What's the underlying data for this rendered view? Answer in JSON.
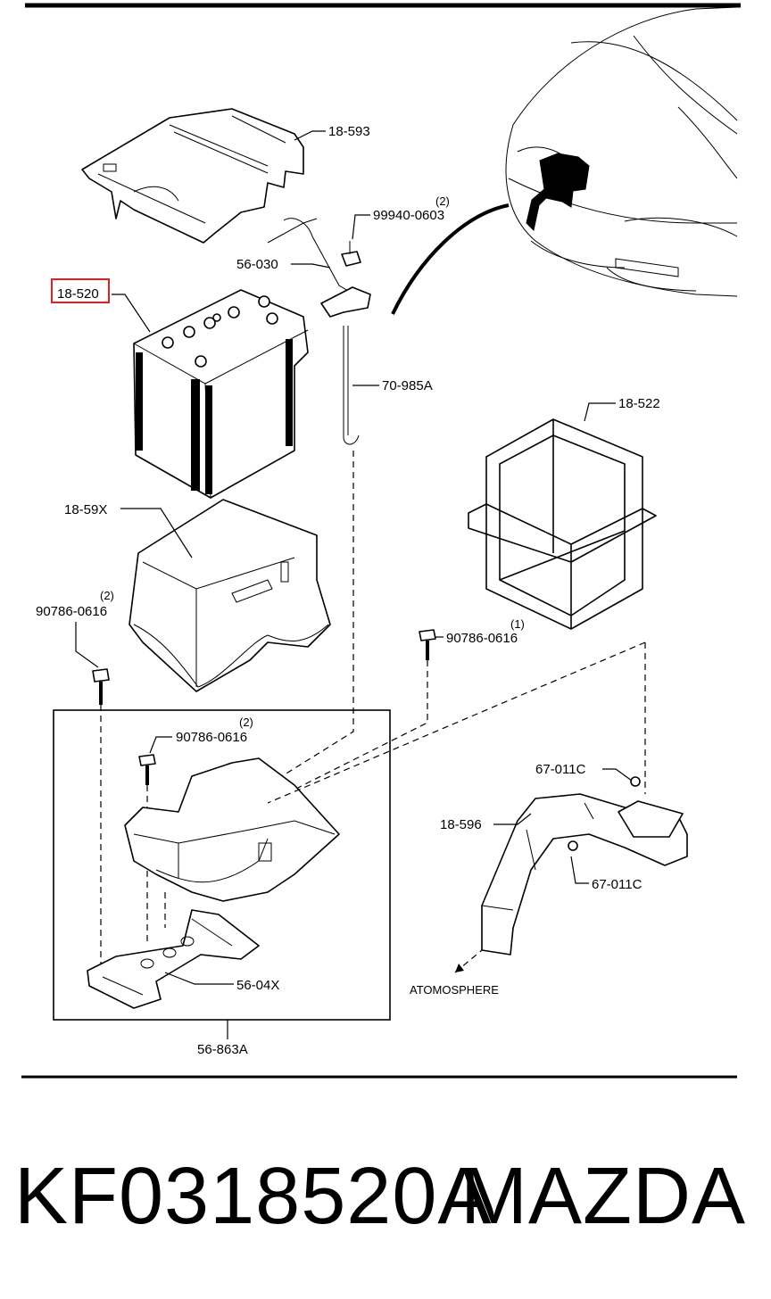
{
  "labels": {
    "p18_593": "18-593",
    "p99940_0603": "99940-0603",
    "p99940_qty": "(2)",
    "p56_030": "56-030",
    "p18_520": "18-520",
    "p70_985A": "70-985A",
    "p18_522": "18-522",
    "p18_59X": "18-59X",
    "p90786_0616_left": "90786-0616",
    "p90786_left_qty": "(2)",
    "p90786_0616_right": "90786-0616",
    "p90786_right_qty": "(1)",
    "p90786_0616_inner": "90786-0616",
    "p90786_inner_qty": "(2)",
    "p67_011C_top": "67-011C",
    "p67_011C_bottom": "67-011C",
    "p18_596": "18-596",
    "atmosphere": "ATOMOSPHERE",
    "p56_04X": "56-04X",
    "p56_863A": "56-863A"
  },
  "highlight_label": "18-520",
  "highlight_color": "#e02020",
  "footer": {
    "part_number": "KF0318520A",
    "brand": "MAZDA"
  }
}
